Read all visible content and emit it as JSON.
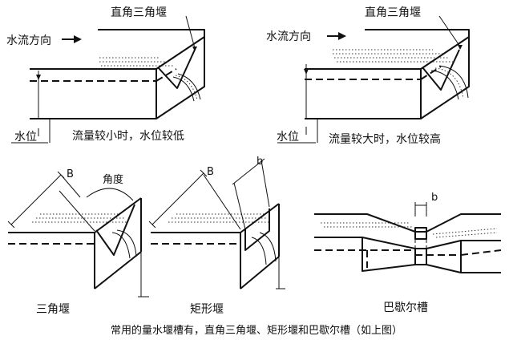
{
  "diagram_1": {
    "weir_label": "直角三角堰",
    "flow_direction_label": "水流方向",
    "water_level_label": "水位",
    "caption": "流量较小时，水位较低"
  },
  "diagram_2": {
    "weir_label": "直角三角堰",
    "flow_direction_label": "水流方向",
    "water_level_label": "水位",
    "caption": "流量较大时，水位较高"
  },
  "triangular_weir": {
    "dim_label": "B",
    "angle_label": "角度",
    "caption": "三角堰"
  },
  "rectangular_weir": {
    "dim_label": "B",
    "width_label": "b",
    "caption": "矩形堰"
  },
  "parshall_flume": {
    "width_label": "b",
    "caption": "巴歇尔槽"
  },
  "bottom_caption": "常用的量水堰槽有，直角三角堰、矩形堰和巴歇尔槽（如上图）"
}
